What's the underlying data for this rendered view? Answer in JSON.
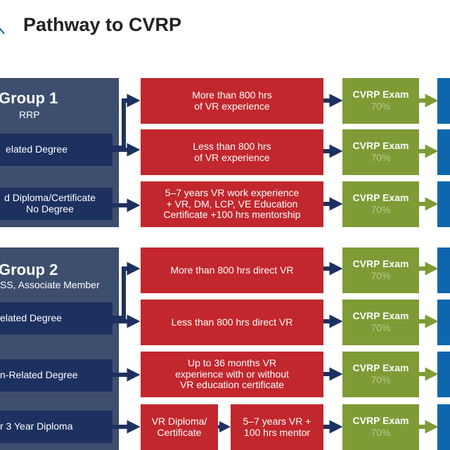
{
  "header": {
    "title": "Pathway to CVRP"
  },
  "groups": [
    {
      "title": "Group 1",
      "subtitle": "RRP",
      "rows": [
        {
          "requirement": "elated Degree",
          "experience": "More than 800 hrs\nof VR experience",
          "exam": "CVRP Exam",
          "pass_rate": "70%"
        },
        {
          "requirement": "",
          "experience": "Less than 800 hrs\nof VR experience",
          "exam": "CVRP Exam",
          "pass_rate": "70%"
        },
        {
          "requirement": "d Diploma/Certificate\nNo Degree",
          "experience": "5–7 years VR work experience\n+ VR, DM, LCP, VE Education\nCertificate +100 hrs mentorship",
          "exam": "CVRP Exam",
          "pass_rate": "70%"
        }
      ]
    },
    {
      "title": "Group 2",
      "subtitle": "SS, Associate Member",
      "rows": [
        {
          "requirement": "elated Degree",
          "experience": "More than 800 hrs direct VR",
          "exam": "CVRP Exam",
          "pass_rate": "70%"
        },
        {
          "requirement": "",
          "experience": "Less than 800 hrs direct VR",
          "exam": "CVRP Exam",
          "pass_rate": "70%"
        },
        {
          "requirement": "n-Related Degree",
          "experience": "Up to 36 months VR\nexperience with or without\nVR education certificate",
          "exam": "CVRP Exam",
          "pass_rate": "70%"
        },
        {
          "requirement": "r 3 Year Diploma",
          "step_a": "VR Diploma/\nCertificate",
          "step_b": "5–7 years VR +\n100 hrs mentor",
          "exam": "CVRP Exam",
          "pass_rate": "70%"
        }
      ]
    }
  ],
  "colors": {
    "panel": "#3e4e6e",
    "navy": "#1d3160",
    "red": "#c1272d",
    "green": "#7e9b35",
    "blue": "#0e66ad",
    "pass_rate_text": "#b9c98f"
  }
}
